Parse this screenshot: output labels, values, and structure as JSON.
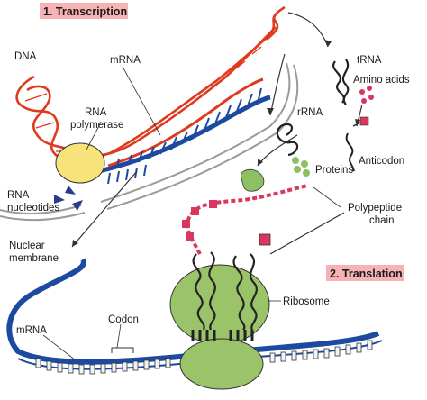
{
  "titles": {
    "transcription": "1. Transcription",
    "translation": "2. Translation"
  },
  "labels": {
    "dna": "DNA",
    "mrna_top": "mRNA",
    "rna_polymerase_1": "RNA",
    "rna_polymerase_2": "polymerase",
    "rna_nucleotides_1": "RNA",
    "rna_nucleotides_2": "nucleotides",
    "nuclear_membrane_1": "Nuclear",
    "nuclear_membrane_2": "membrane",
    "trna": "tRNA",
    "amino_acids": "Amino acids",
    "rrna": "rRNA",
    "proteins": "Proteins",
    "anticodon": "Anticodon",
    "polypeptide_1": "Polypeptide",
    "polypeptide_2": "chain",
    "ribosome": "Ribosome",
    "codon": "Codon",
    "mrna_bottom": "mRNA"
  },
  "colors": {
    "title_bg": "#f7b3b3",
    "dna_red": "#e03a1e",
    "mrna_blue": "#1c4aa0",
    "polymerase": "#f8e27a",
    "ribosome": "#9bc46a",
    "protein_green": "#8cc063",
    "amino_pink": "#d9375e",
    "membrane": "#9a9a9a"
  }
}
